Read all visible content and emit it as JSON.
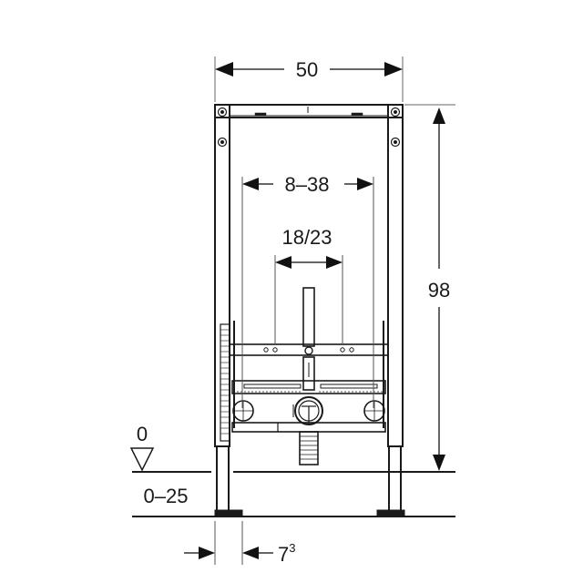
{
  "diagram": {
    "type": "technical-drawing",
    "subject": "bidet installation frame, front elevation",
    "units_implied": "cm",
    "colors": {
      "line": "#1a1a1a",
      "dim_line": "#555555",
      "background": "#ffffff"
    }
  },
  "dimensions": {
    "frame_width": {
      "label": "50"
    },
    "frame_height": {
      "label": "98"
    },
    "anchor_spacing": {
      "label": "8–38"
    },
    "supply_spacing": {
      "label": "18/23"
    },
    "floor_level": {
      "label": "0"
    },
    "floor_build_up": {
      "label": "0–25"
    },
    "foot_offset": {
      "label": "7",
      "superscript": "3"
    }
  }
}
